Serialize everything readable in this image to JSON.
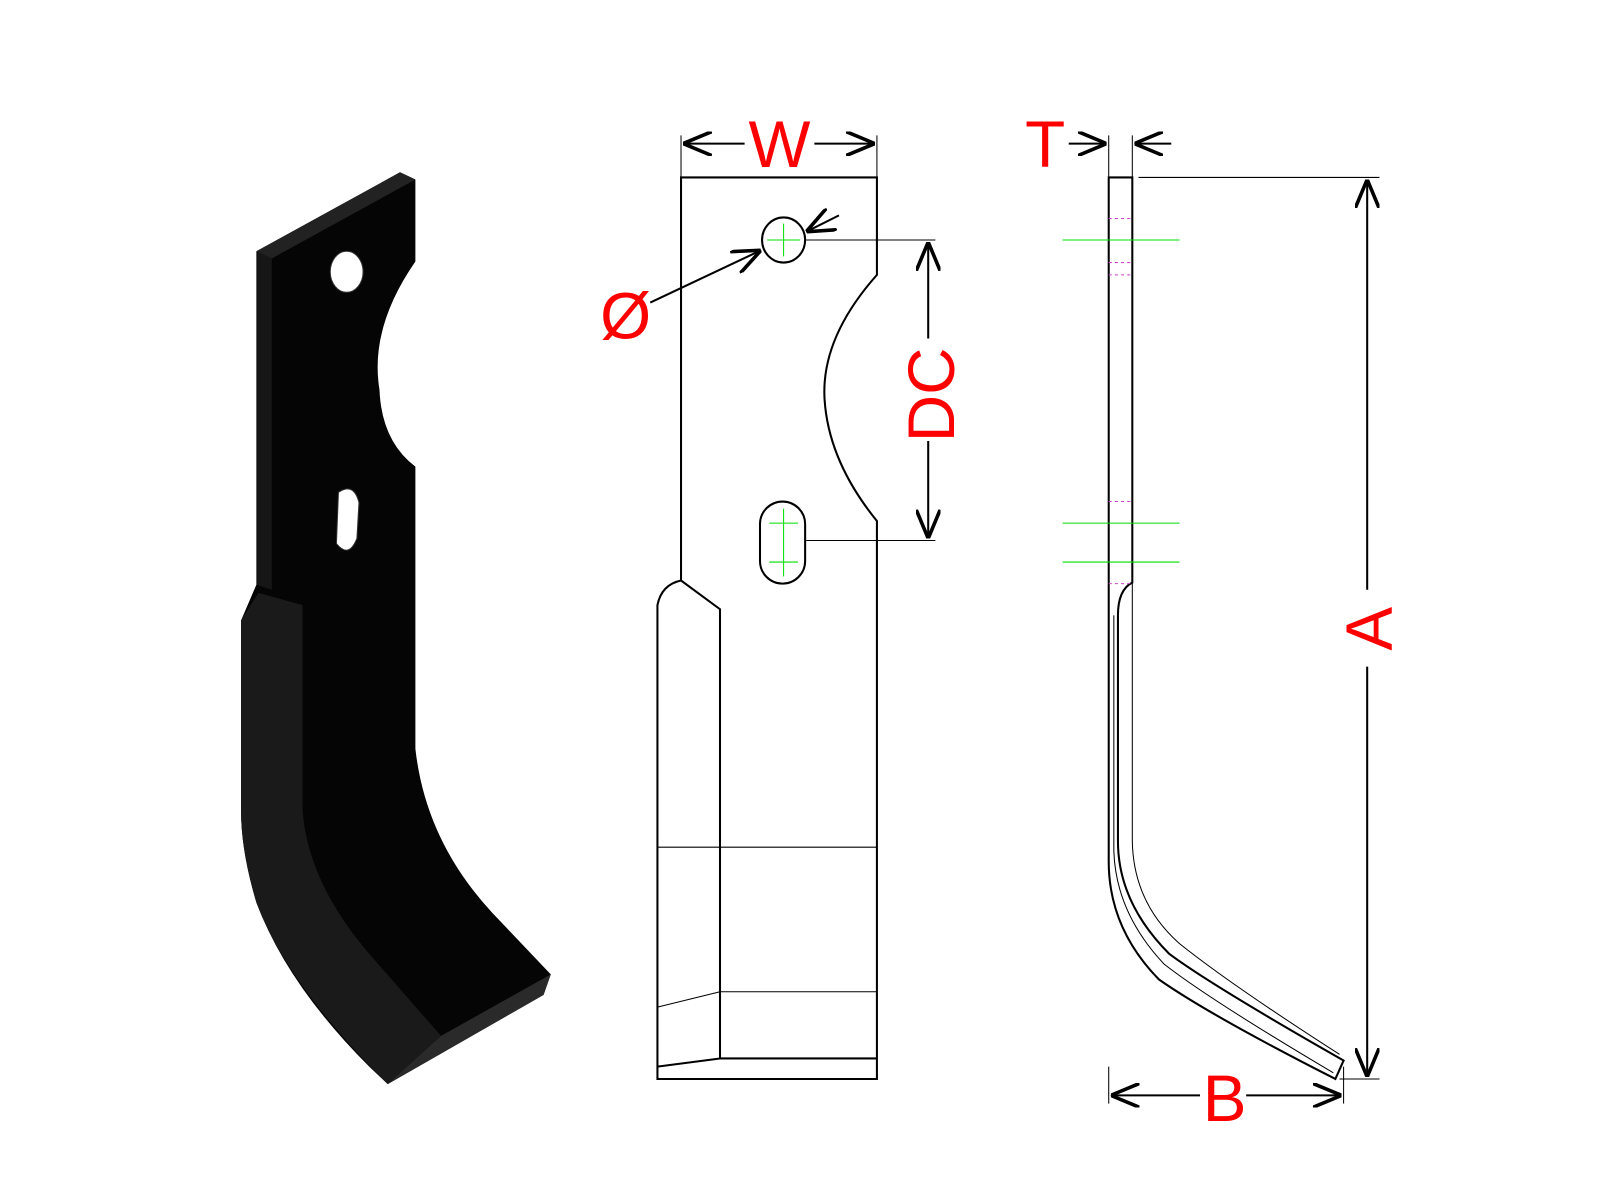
{
  "labels": {
    "width": "W",
    "diameter": "Ø",
    "distance_centers": "DC",
    "thickness": "T",
    "length": "A",
    "offset": "B"
  },
  "colors": {
    "dimension_label": "#ff0000",
    "lines": "#000000",
    "centerline": "#00dd00",
    "hidden_line": "#cc44cc"
  }
}
